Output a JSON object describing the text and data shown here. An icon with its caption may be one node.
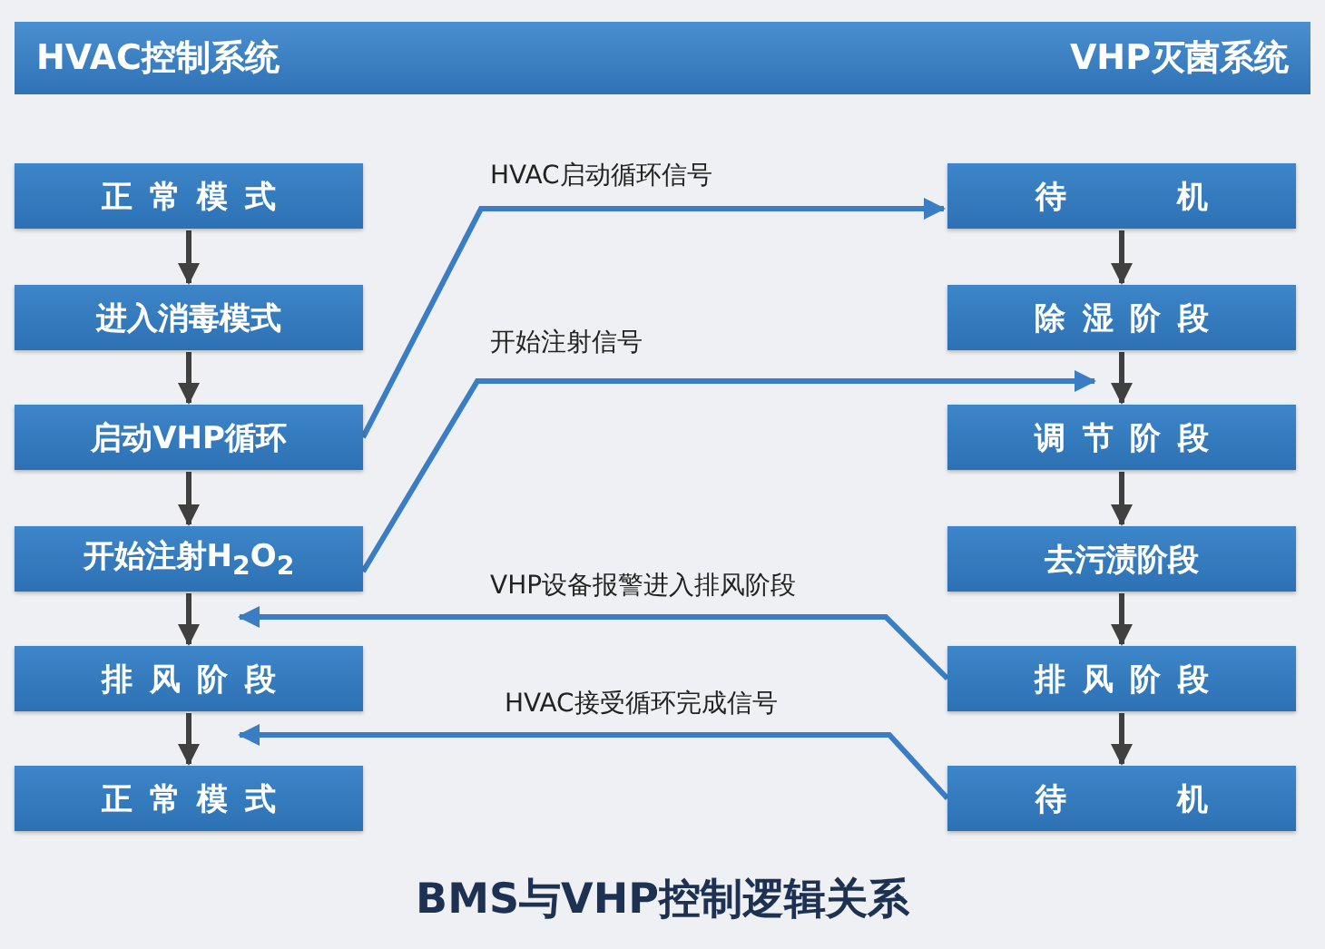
{
  "diagram": {
    "title": "BMS与VHP控制逻辑关系",
    "nodes": [
      {
        "text": [
          "HVAC控制系统",
          "VHP灭菌系统"
        ]
      },
      {
        "text": [
          "正常模式"
        ]
      },
      {
        "text": [
          "进入消毒模式"
        ]
      },
      {
        "text": [
          "启动VHP循环"
        ]
      },
      {
        "text": [
          "开始注射H$_{2}$O$_{2}$"
        ]
      },
      {
        "text": [
          "排风阶段"
        ]
      },
      {
        "text": [
          "正常模式"
        ]
      },
      {
        "text": [
          "待机"
        ]
      },
      {
        "text": [
          "除湿阶段"
        ]
      },
      {
        "text": [
          "调节阶段"
        ]
      },
      {
        "text": [
          "去污渍阶段"
        ]
      },
      {
        "text": [
          "排风阶段"
        ]
      },
      {
        "text": [
          "待机"
        ]
      }
    ],
    "edges": [
      {
        "from": 1,
        "to": 2,
        "arrow": "to"
      },
      {
        "from": 2,
        "to": 3,
        "arrow": "to"
      },
      {
        "from": 3,
        "to": 4,
        "arrow": "to"
      },
      {
        "from": 4,
        "to": 5,
        "arrow": "to"
      },
      {
        "from": 5,
        "to": 6,
        "arrow": "to"
      },
      {
        "from": 7,
        "to": 8,
        "arrow": "to"
      },
      {
        "from": 8,
        "to": 9,
        "arrow": "to"
      },
      {
        "from": 9,
        "to": 10,
        "arrow": "to"
      },
      {
        "from": 10,
        "to": 11,
        "arrow": "to"
      },
      {
        "from": 11,
        "to": 12,
        "arrow": "to"
      },
      {
        "from": 3,
        "to": 7,
        "arrow": "to",
        "label": "HVAC启动循环信号",
        "color": "#3b7dc4"
      },
      {
        "from": 4,
        "to": 8,
        "arrow": "to",
        "label": "开始注射信号",
        "color": "#3b7dc4"
      },
      {
        "from": 11,
        "to": 4,
        "arrow": "to",
        "label": "VHP设备报警进入排风阶段",
        "color": "#3b7dc4"
      },
      {
        "from": 12,
        "to": 5,
        "arrow": "to",
        "label": "HVAC接受循环完成信号",
        "color": "#3b7dc4"
      }
    ]
  }
}
